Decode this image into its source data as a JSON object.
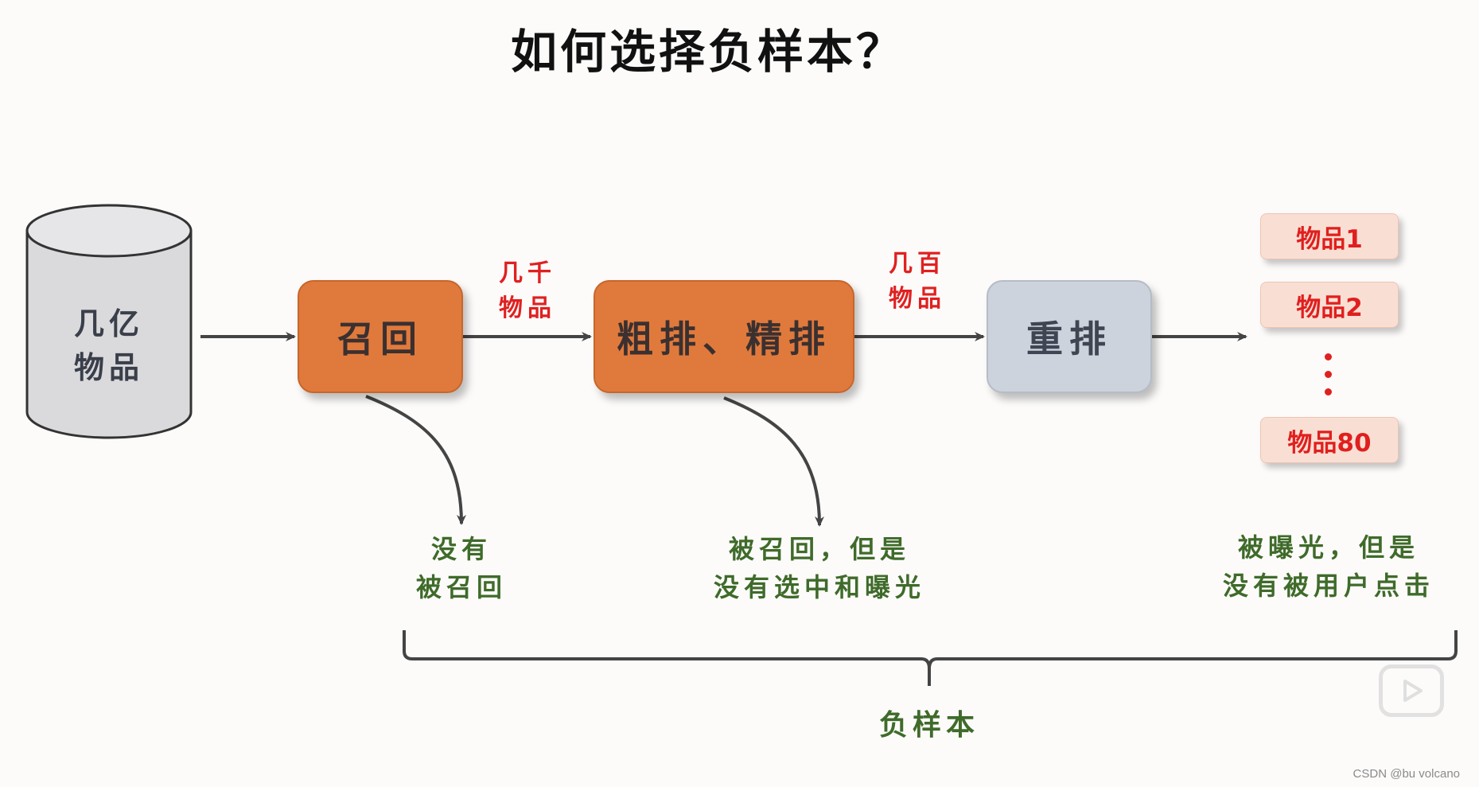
{
  "title": "如何选择负样本？",
  "database": {
    "line1": "几亿",
    "line2": "物品"
  },
  "stages": {
    "recall": "召回",
    "ranking": "粗排、精排",
    "rerank": "重排"
  },
  "flow_labels": {
    "after_recall": {
      "line1": "几千",
      "line2": "物品"
    },
    "after_ranking": {
      "line1": "几百",
      "line2": "物品"
    }
  },
  "items": [
    "物品1",
    "物品2",
    "物品80"
  ],
  "negatives": {
    "not_recalled": {
      "line1": "没有",
      "line2": "被召回"
    },
    "not_selected": {
      "line1": "被召回，但是",
      "line2": "没有选中和曝光"
    },
    "not_clicked": {
      "line1": "被曝光，但是",
      "line2": "没有被用户点击"
    }
  },
  "brace_label": "负样本",
  "watermark": "CSDN @bu volcano",
  "colors": {
    "stage_orange": "#e07a3c",
    "stage_grey": "#cdd3dc",
    "count_red": "#e02020",
    "negative_green": "#3f6b2a",
    "item_fill": "#f9dfd3"
  }
}
